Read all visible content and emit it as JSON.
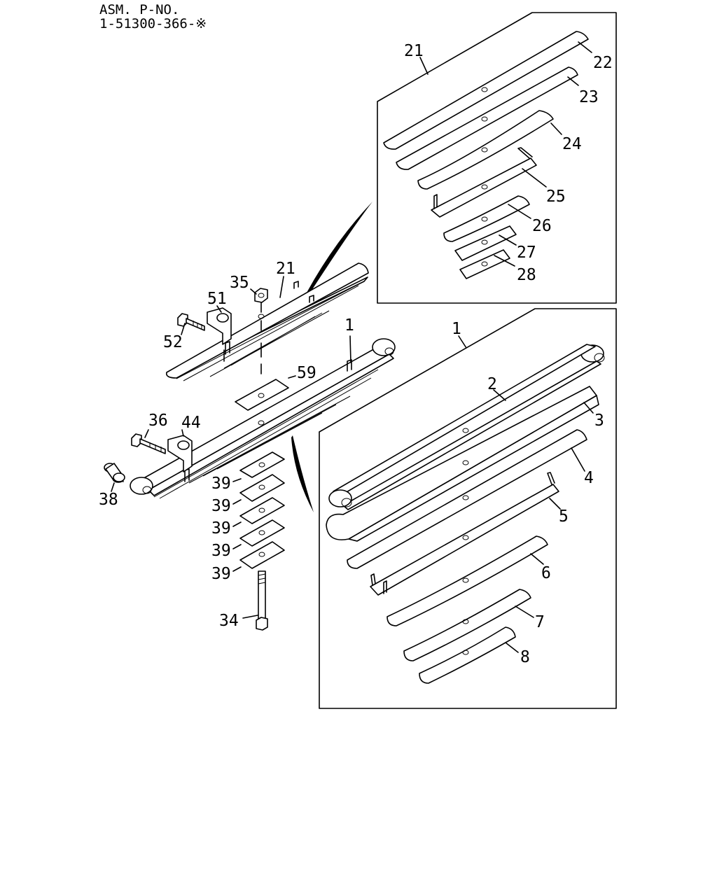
{
  "header": {
    "line1": "ASM. P-NO.",
    "line2": "1-51300-366-※"
  },
  "labels": {
    "l21a": "21",
    "l22": "22",
    "l23": "23",
    "l24": "24",
    "l25": "25",
    "l26": "26",
    "l27": "27",
    "l28": "28",
    "l35": "35",
    "l21b": "21",
    "l51": "51",
    "l52": "52",
    "l1a": "1",
    "l59": "59",
    "l36": "36",
    "l44": "44",
    "l38": "38",
    "l39a": "39",
    "l39b": "39",
    "l39c": "39",
    "l39d": "39",
    "l39e": "39",
    "l34": "34",
    "l1b": "1",
    "l2": "2",
    "l3": "3",
    "l4": "4",
    "l5": "5",
    "l6": "6",
    "l7": "7",
    "l8": "8"
  }
}
